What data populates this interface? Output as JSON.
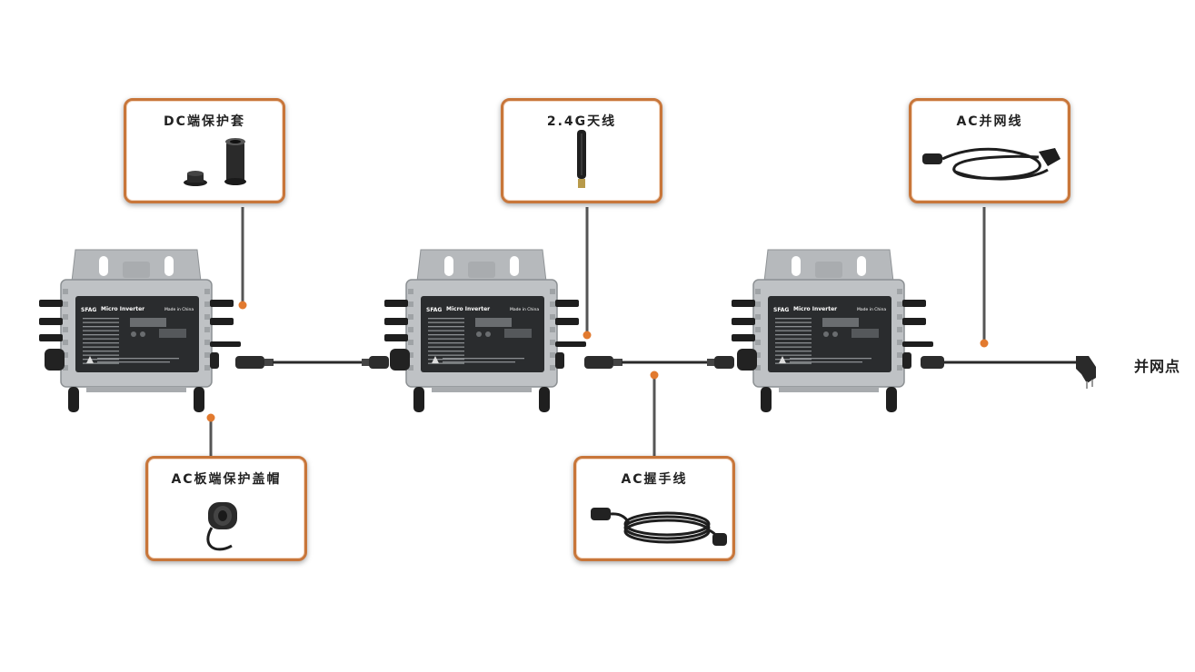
{
  "callouts": {
    "dc_protect": {
      "label": "DC端保护套"
    },
    "antenna": {
      "label": "2.4G天线"
    },
    "ac_grid_cable": {
      "label": "AC并网线"
    },
    "ac_cap": {
      "label": "AC板端保护盖帽"
    },
    "ac_handshake": {
      "label": "AC握手线"
    }
  },
  "grid_point": {
    "label": "并网点"
  },
  "inverter_labels": {
    "model": "Micro Inverter",
    "origin": "Made in China",
    "brand": "SFAG"
  },
  "colors": {
    "accent": "#c8763a",
    "dot": "#e27a2f",
    "leader": "#555555",
    "cable": "#2a2a2a",
    "body": "#b9bcbf"
  }
}
